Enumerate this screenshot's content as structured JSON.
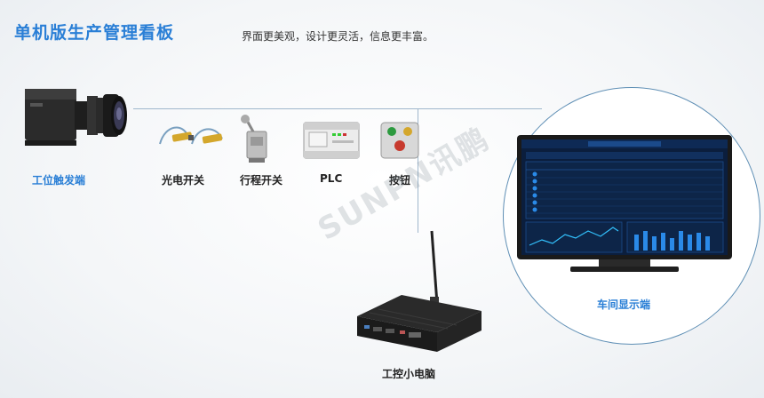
{
  "header": {
    "title": "单机版生产管理看板",
    "subtitle": "界面更美观，设计更灵活，信息更丰富。"
  },
  "devices": {
    "camera": {
      "label": "工位触发端",
      "icon": "industrial-camera-icon"
    },
    "photo_switch": {
      "label": "光电开关",
      "icon": "photoelectric-switch-icon"
    },
    "limit_switch": {
      "label": "行程开关",
      "icon": "limit-switch-icon"
    },
    "plc": {
      "label": "PLC",
      "icon": "plc-icon"
    },
    "button_box": {
      "label": "按钮",
      "icon": "button-box-icon"
    },
    "mini_pc": {
      "label": "工控小电脑",
      "icon": "mini-pc-icon"
    },
    "display": {
      "label": "车间显示端",
      "icon": "monitor-icon"
    }
  },
  "watermark": "SUNPN讯鹏",
  "colors": {
    "accent": "#2a7fd6",
    "line": "#9fb7cc",
    "circle_border": "#5f8fb5",
    "screen_bg": "#0b1e3d"
  }
}
